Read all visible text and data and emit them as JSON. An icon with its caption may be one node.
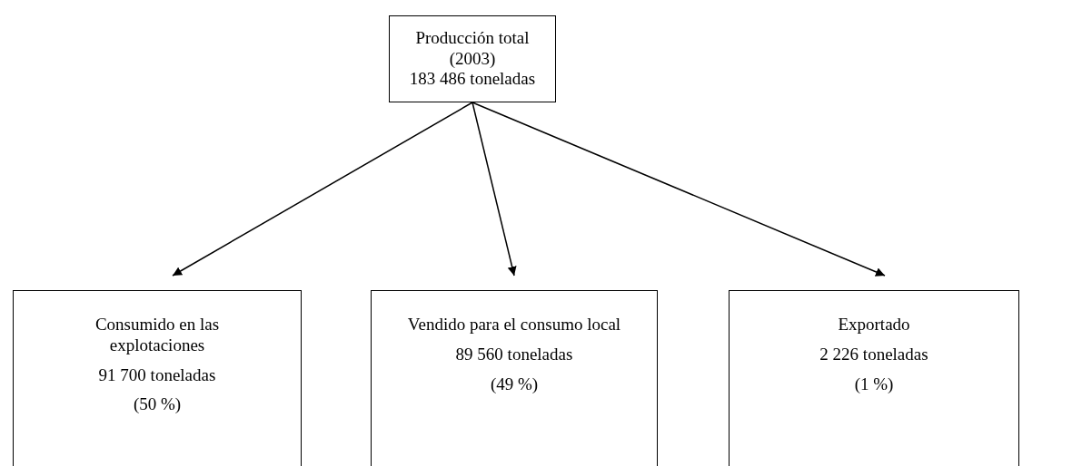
{
  "diagram": {
    "nodes": [
      {
        "text": [
          "Producción total (2003)",
          "183 486 toneladas"
        ]
      },
      {
        "text": [
          "Consumido en las explotaciones",
          "91 700 toneladas",
          "(50 %)"
        ]
      },
      {
        "text": [
          "Vendido para el consumo local",
          "89 560 toneladas",
          "(49 %)"
        ]
      },
      {
        "text": [
          "Exportado",
          "2 226 toneladas",
          "(1 %)"
        ]
      }
    ],
    "edges": [
      {
        "from": 0,
        "to": 1,
        "arrow": "to"
      },
      {
        "from": 0,
        "to": 2,
        "arrow": "to"
      },
      {
        "from": 0,
        "to": 3,
        "arrow": "to"
      }
    ]
  }
}
